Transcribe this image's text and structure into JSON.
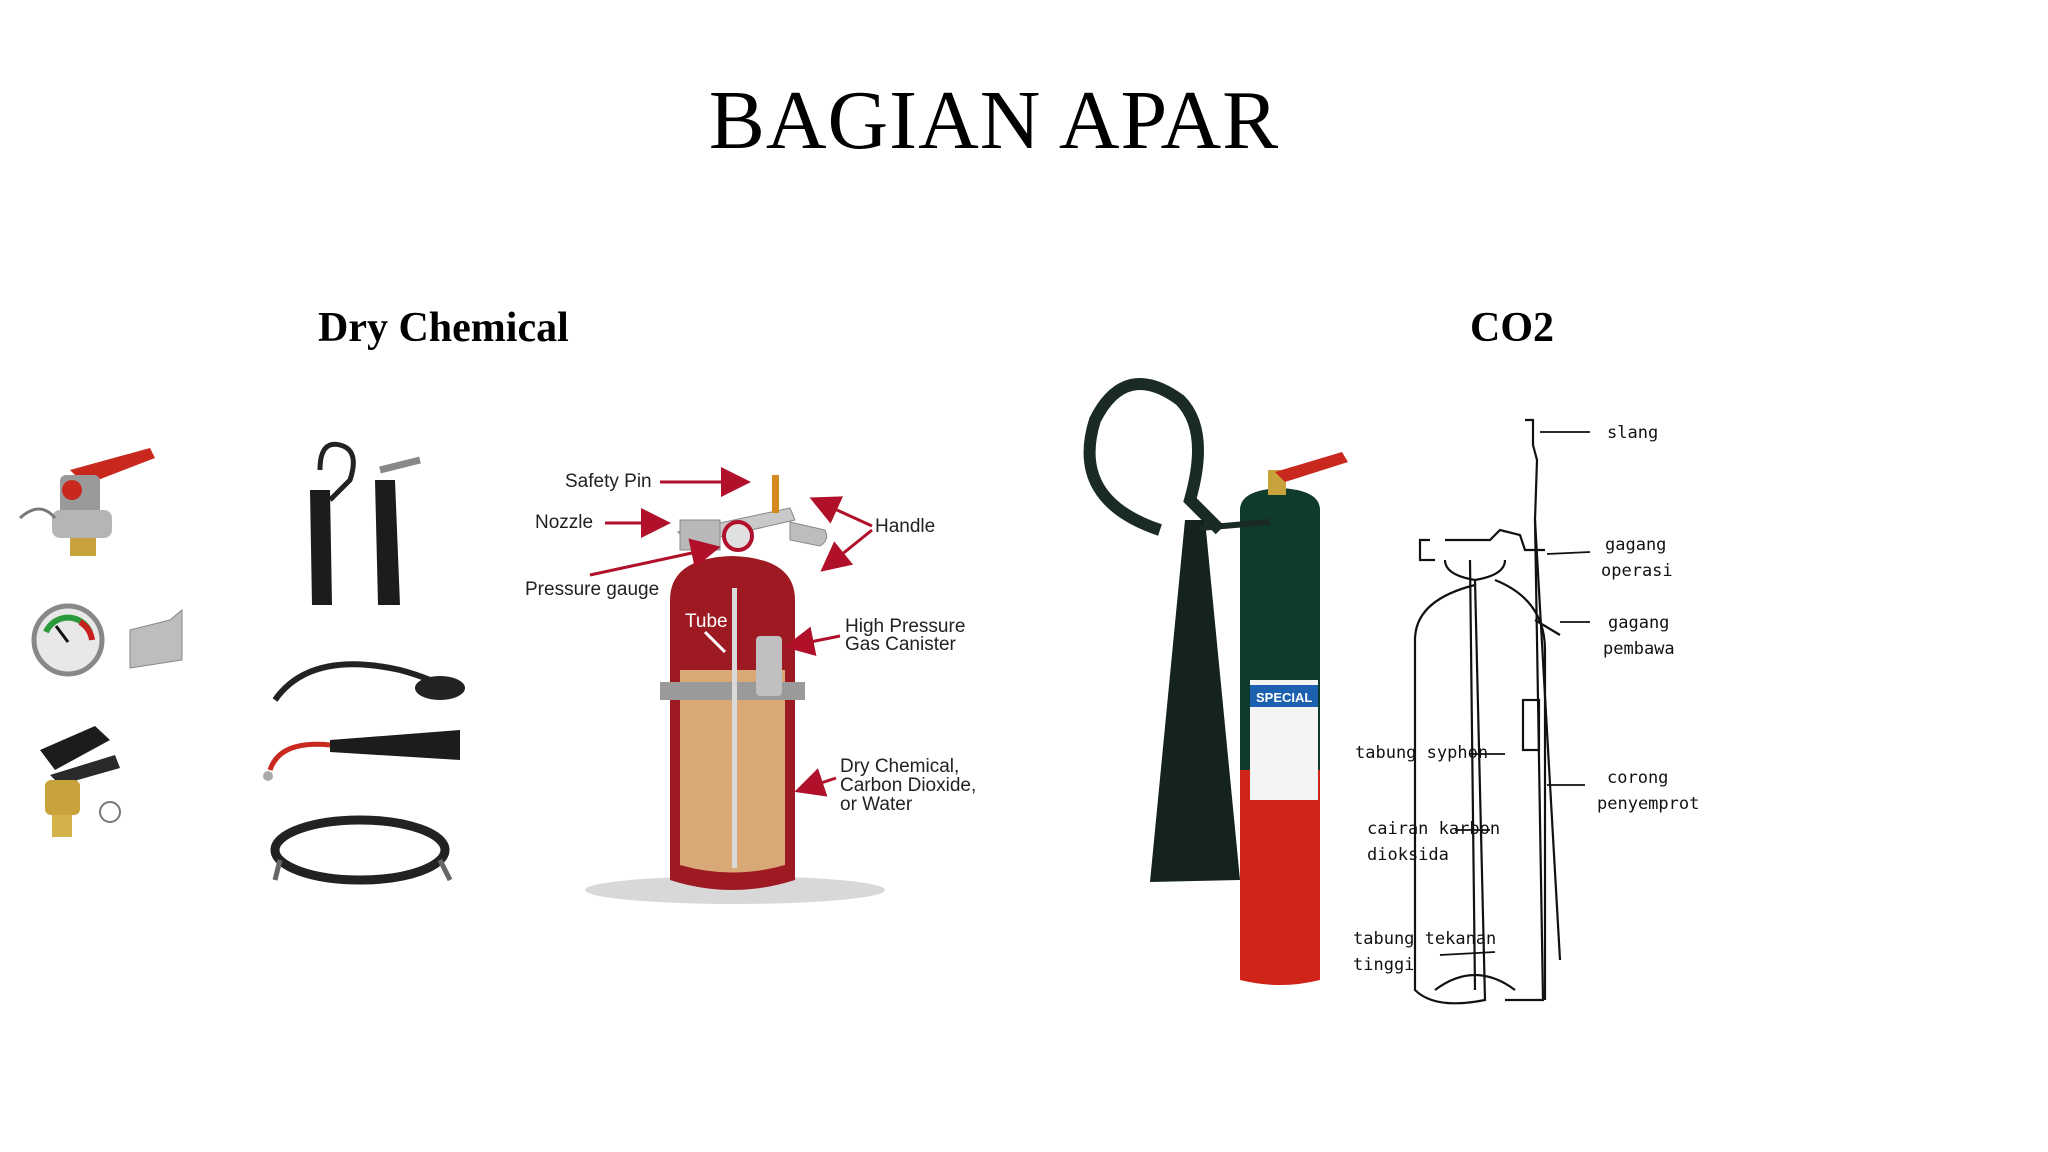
{
  "slide": {
    "title": "BAGIAN APAR",
    "sections": {
      "dry_chemical": "Dry Chemical",
      "co2": "CO2"
    }
  },
  "dry_chemical_diagram": {
    "labels": {
      "safety_pin": "Safety Pin",
      "nozzle": "Nozzle",
      "pressure_gauge": "Pressure gauge",
      "handle": "Handle",
      "tube": "Tube",
      "canister_line1": "High Pressure",
      "canister_line2": "Gas Canister",
      "contents_line1": "Dry Chemical,",
      "contents_line2": "Carbon Dioxide,",
      "contents_line3": "or Water"
    }
  },
  "co2_diagram": {
    "product_label": "SPECIAL",
    "labels": {
      "slang": "slang",
      "gagang_operasi_1": "gagang",
      "gagang_operasi_2": "operasi",
      "gagang_pembawa_1": "gagang",
      "gagang_pembawa_2": "pembawa",
      "tabung_syphon": "tabung syphon",
      "corong_1": "corong",
      "corong_2": "penyemprot",
      "cairan_1": "cairan karbon",
      "cairan_2": "dioksida",
      "tabung_tekanan_1": "tabung tekanan",
      "tabung_tekanan_2": "tinggi"
    }
  },
  "colors": {
    "extinguisher_red": "#a8141c",
    "extinguisher_green": "#0f3b2c",
    "arrow_red": "#b0102a",
    "hose_black": "#1a1a1a"
  }
}
